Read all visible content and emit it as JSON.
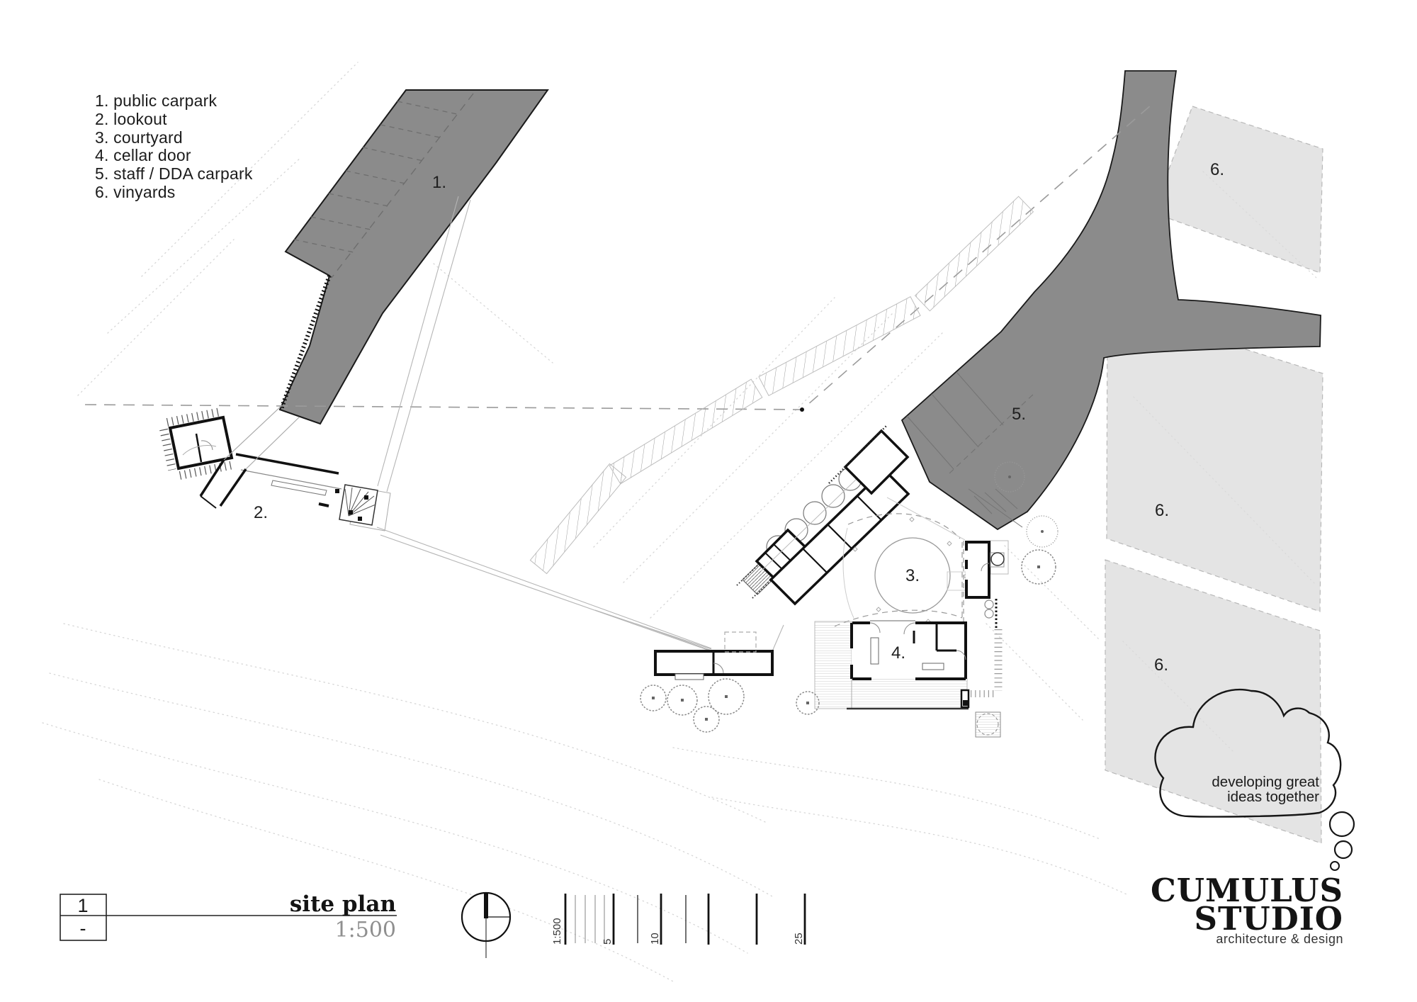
{
  "legend": {
    "items": [
      "1. public carpark",
      "2. lookout",
      "3. courtyard",
      "4. cellar door",
      "5. staff / DDA carpark",
      "6. vinyards"
    ]
  },
  "plan_labels": {
    "public_carpark": "1.",
    "lookout": "2.",
    "courtyard": "3.",
    "cellar_door": "4.",
    "staff_carpark": "5.",
    "vineyard_top": "6.",
    "vineyard_mid": "6.",
    "vineyard_bottom": "6."
  },
  "title_block": {
    "sheet_number": "1",
    "revision": "-",
    "title": "site plan",
    "scale": "1:500"
  },
  "scale_bar": {
    "ratio": "1:500",
    "label_5": "5",
    "label_10": "10",
    "label_25": "25"
  },
  "logo": {
    "tagline1": "developing great",
    "tagline2": "ideas together",
    "name1": "CUMULUS",
    "name2": "STUDIO",
    "subtitle": "architecture & design"
  },
  "colors": {
    "road_fill": "#8b8b8b",
    "parcel_fill": "#e4e4e4",
    "ink": "#1a1a1a"
  }
}
